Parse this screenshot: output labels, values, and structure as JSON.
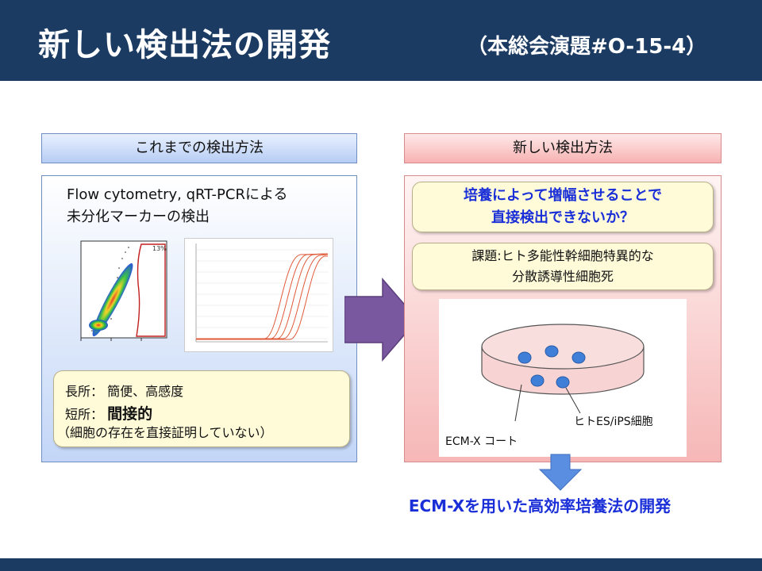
{
  "header": {
    "title": "新しい検出法の開発",
    "session": "（本総会演題#O-15-4）"
  },
  "left": {
    "heading": "これまでの検出方法",
    "method_line1": "Flow cytometry, qRT-PCRによる",
    "method_line2": "未分化マーカーの検出",
    "flow_gate_label": "13%",
    "pros_label": "長所：",
    "pros_text": "簡便、高感度",
    "cons_label": "短所：",
    "cons_text": "間接的",
    "cons_note": "（細胞の存在を直接証明していない）"
  },
  "right": {
    "heading": "新しい検出方法",
    "idea_line1": "培養によって増幅させることで",
    "idea_line2": "直接検出できないか？",
    "challenge_line1": "課題:ヒト多能性幹細胞特異的な",
    "challenge_line2": "分散誘導性細胞死",
    "dish_cells_label": "ヒトES/iPS細胞",
    "dish_coat_label": "ECM-X コート"
  },
  "result": "ECM-Xを用いた高効率培養法の開発",
  "colors": {
    "title_bar": "#1c3b63",
    "accent_text": "#1a2fd8",
    "arrow_purple": "#7a58a0",
    "arrow_blue": "#5a8ee0",
    "cell_blue": "#3f7fd8",
    "dish_pink": "#f7d3d3"
  }
}
